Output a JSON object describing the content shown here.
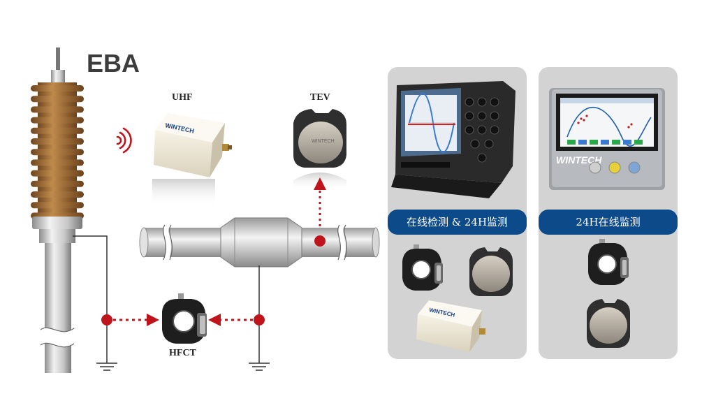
{
  "diagram": {
    "title": "EBA",
    "sensors": {
      "uhf": "UHF",
      "tev": "TEV",
      "hfct": "HFCT"
    }
  },
  "panels": [
    {
      "banner": "在线检测 & 24H监测"
    },
    {
      "banner": "24H在线监测"
    }
  ],
  "brand": "WINTECH",
  "colors": {
    "panel_bg": "#d3d3d3",
    "banner_bg": "#0c4a8a",
    "arrow": "#c0141c",
    "bushing_brown": "#9a6a34"
  }
}
